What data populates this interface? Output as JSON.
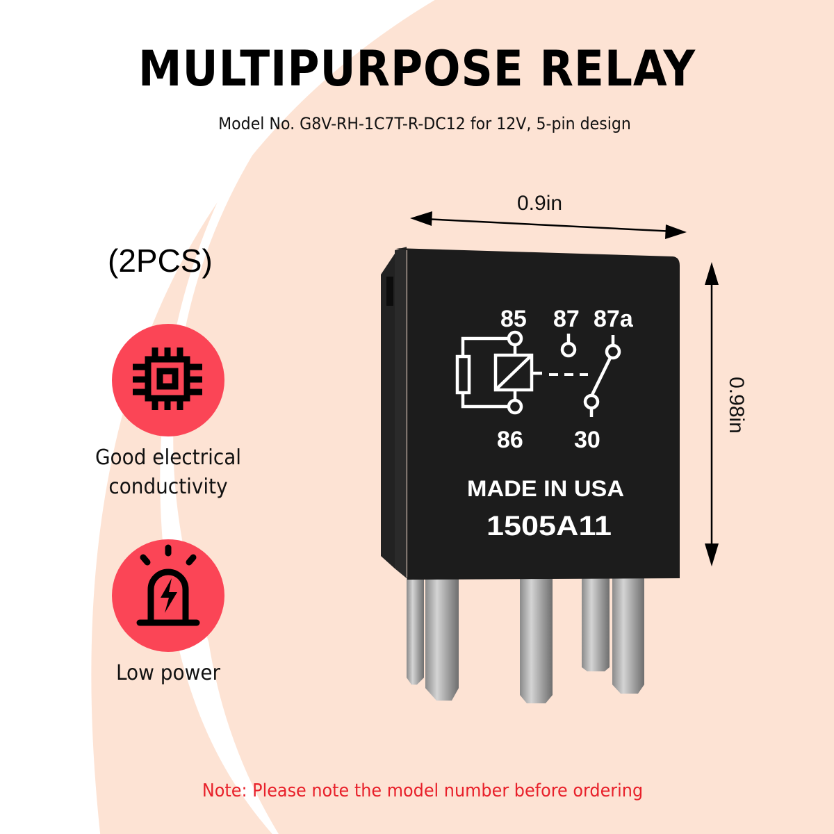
{
  "header": {
    "title": "MULTIPURPOSE RELAY",
    "subtitle": "Model No. G8V-RH-1C7T-R-DC12 for 12V, 5-pin design"
  },
  "quantity_label": "(2PCS)",
  "features": [
    {
      "icon": "chip-icon",
      "label_line1": "Good electrical",
      "label_line2": "conductivity"
    },
    {
      "icon": "siren-bolt-icon",
      "label_line1": "Low power"
    }
  ],
  "dimensions": {
    "width": "0.9in",
    "height": "0.98in"
  },
  "relay": {
    "pins_top": [
      "85",
      "87",
      "87a"
    ],
    "pins_bottom": [
      "86",
      "30"
    ],
    "origin": "MADE  IN USA",
    "code": "1505A11"
  },
  "note": "Note: Please note the model number before ordering",
  "colors": {
    "accent_red": "#fb4556",
    "note_red": "#e8202a",
    "background_peach": "#fde3d4",
    "relay_body": "#1c1c1c"
  }
}
